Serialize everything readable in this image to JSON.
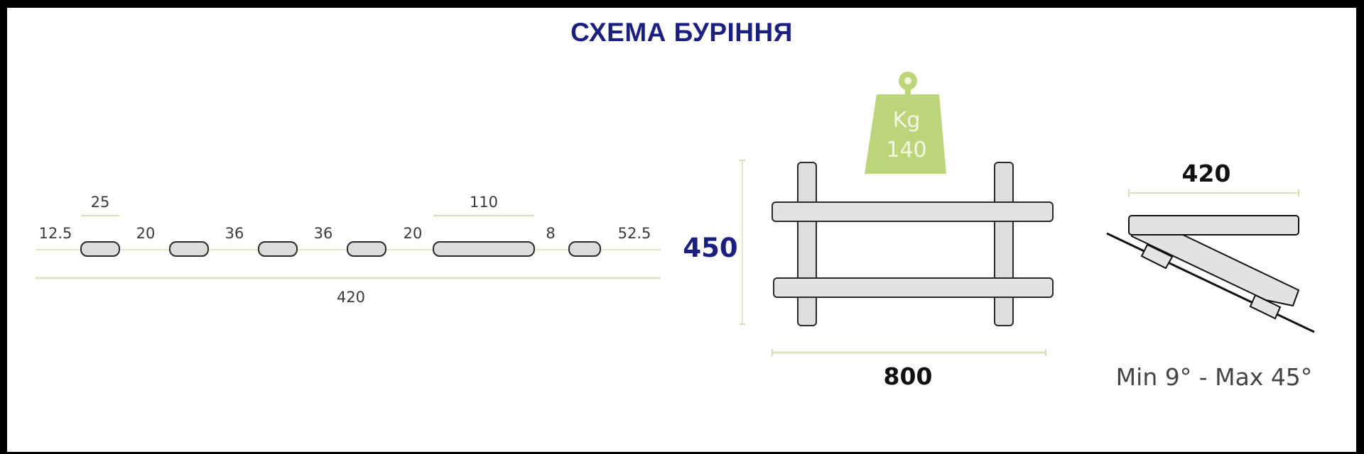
{
  "title": "СХЕМА БУРІННЯ",
  "colors": {
    "title": "#1b2080",
    "dimension_line": "#e4e4c4",
    "slot_fill": "#dcdcdc",
    "weight_fill": "#bcd57a",
    "border": "#000000"
  },
  "slot_layout": {
    "segments": [
      "12.5",
      "20",
      "36",
      "36",
      "20",
      "8",
      "52.5"
    ],
    "slot_width_label": "25",
    "long_slot_width_label": "110",
    "total_label": "420"
  },
  "front_view": {
    "height_label": "450",
    "width_label": "800",
    "weight_unit": "Kg",
    "weight_value": "140"
  },
  "side_view": {
    "depth_label": "420",
    "angle_label": "Min 9° - Max 45°"
  }
}
